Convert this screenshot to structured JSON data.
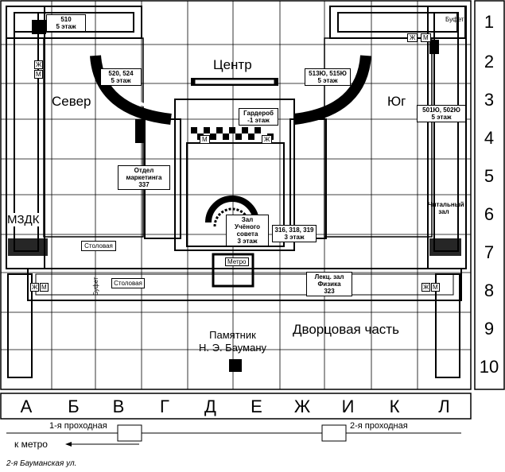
{
  "rows": [
    "1",
    "2",
    "3",
    "4",
    "5",
    "6",
    "7",
    "8",
    "9",
    "10"
  ],
  "columns": [
    "А",
    "Б",
    "В",
    "Г",
    "Д",
    "Е",
    "Ж",
    "И",
    "К",
    "Л"
  ],
  "zones": {
    "north": "Север",
    "center": "Центр",
    "south": "Юг",
    "mzdk": "МЗДК",
    "palace": "Дворцовая часть"
  },
  "rooms": {
    "r510": "510\n5 этаж",
    "r520": "520, 524\n5 этаж",
    "r513": "513Ю, 515Ю\n5 этаж",
    "r501": "501Ю, 502Ю\n5 этаж",
    "wardrobe": "Гардероб\n-1 этаж",
    "marketing": "Отдел\nмаркетинга\n337",
    "council": "Зал Учёного\nсовета\n3 этаж",
    "r316": "316, 318, 319\n3 этаж",
    "lecture": "Лекц. зал\nФизика\n323",
    "reading": "Читальный\nзал",
    "canteen1": "Столовая",
    "canteen2": "Столовая",
    "buffet1": "Буфет",
    "buffet2": "Буфет",
    "metro_room": "Метро"
  },
  "markers": {
    "m": "М",
    "zh": "Ж"
  },
  "monument": "Памятник\nН. Э. Бауману",
  "street": {
    "pass1": "1-я проходная",
    "pass2": "2-я проходная",
    "to_metro": "к метро",
    "street_name": "2-я Бауманская ул."
  },
  "colors": {
    "wall": "#000000",
    "grid": "#000000",
    "south_grid": "#b8b800",
    "background": "#ffffff"
  }
}
